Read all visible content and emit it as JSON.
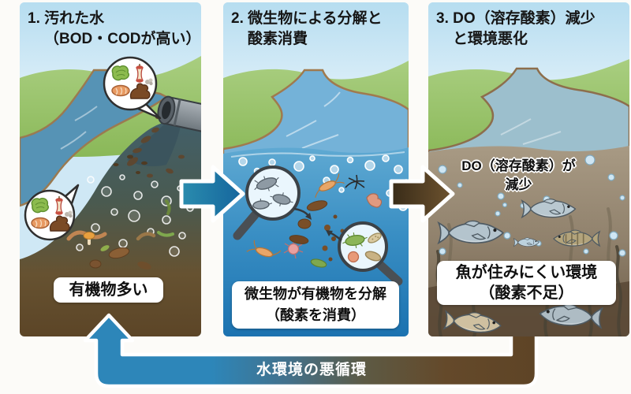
{
  "figure": {
    "panels": [
      {
        "title_l1": "1. 汚れた水",
        "title_l2": "（BOD・CODが高い）",
        "caption": "有機物多い"
      },
      {
        "title_l1": "2. 微生物による分解と",
        "title_l2": "酸素消費",
        "caption_l1": "微生物が有機物を分解",
        "caption_l2": "（酸素を消費）"
      },
      {
        "title_l1": "3. DO（溶存酸素）減少",
        "title_l2": "と環境悪化",
        "note_l1": "DO（溶存酸素）が",
        "note_l2": "減少",
        "caption_l1": "魚が住みにくい環境",
        "caption_l2": "（酸素不足）"
      }
    ],
    "cycle_label": "水環境の悪循環",
    "icons": {
      "outfall_pipe": "pipe-icon",
      "organic_waste_callout": "food-waste-icon",
      "magnifier": "magnifier-icon",
      "microbes": "bacteria-icon",
      "fish": "fish-icon",
      "dead_fish": "dead-fish-icon",
      "bubbles": "bubbles-icon",
      "cycle_arrow": "cycle-arrow-icon"
    },
    "colors": {
      "sky_blue": "#bfe2f2",
      "grass_green": "#9bc56f",
      "river_blue": "#74b2d8",
      "polluted_dark": "#42626e",
      "bottom_brown": "#5c4527",
      "panel2_water_blue": "#2e86bf",
      "panel3_murky": "#90816c",
      "flow_arrow_blue": "#1f76a8",
      "flow_arrow_brown": "#4b3a22",
      "cycle_blue": "#2d86b9",
      "cycle_brown": "#5e4426",
      "label_bg": "#ffffff",
      "title_text": "#161616"
    }
  }
}
